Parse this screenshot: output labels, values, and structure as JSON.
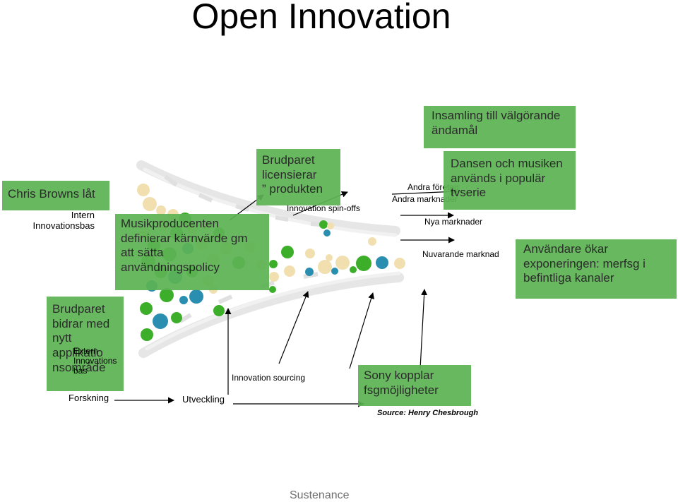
{
  "title": "Open Innovation",
  "footer": "Sustenance",
  "source": "Source: Henry Chesbrough",
  "labels": {
    "intern": "Intern\nInnovationsbas",
    "extern": "Extern\nInnovations\nbas",
    "forskning": "Forskning",
    "utveckling": "Utveckling",
    "innovation_sourcing": "Innovation sourcing",
    "innovation_spinoffs": "Innovation spin-offs",
    "andra_foretag": "Andra företag",
    "andra_marknader": "Andra marknader",
    "nya_marknader": "Nya marknader",
    "nuvarande_marknad": "Nuvarande marknad"
  },
  "boxes": {
    "chris_brown": "Chris Browns låt",
    "musikproducenten": "Musikproducenten definierar kärnvärde gm att sätta användningspolicy",
    "brudparet_licens": "Brudparet\n licensierar\n” produkten",
    "brudparet_bidrar": "Brudparet bidrar med nytt applikatio nsområde",
    "insamling": "Insamling till välgörande ändamål",
    "dansen": "Dansen och musiken används i populär tvserie",
    "anvandare": "Användare ökar exponeringen: merfsg i befintliga kanaler",
    "sony": "Sony kopplar fsgmöjligheter"
  },
  "colors": {
    "box_green": "#5db354",
    "dot_green": "#3cae2a",
    "dot_teal": "#2a8eb0",
    "dot_cream": "#f2dfb0",
    "funnel_gray": "#e4e4e4"
  }
}
